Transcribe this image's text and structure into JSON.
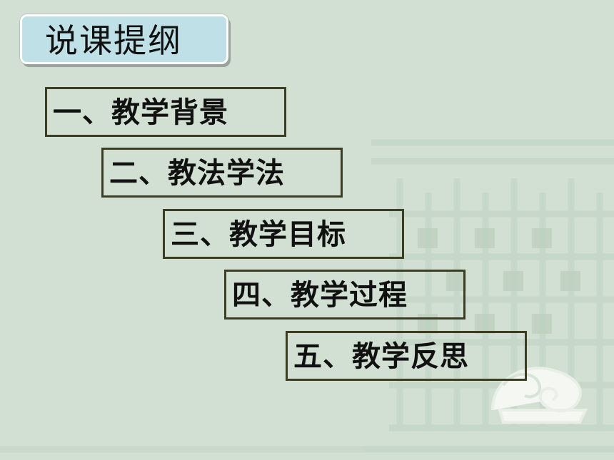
{
  "slide": {
    "title": "说课提纲",
    "items": [
      {
        "label": "一、教学背景"
      },
      {
        "label": "二、教法学法"
      },
      {
        "label": "三、教学目标"
      },
      {
        "label": "四、教学过程"
      },
      {
        "label": "五、教学反思"
      }
    ]
  },
  "colors": {
    "background": "#d2e0d3",
    "title_fill": "#bfe0e6",
    "item_border": "#3d3d22",
    "text": "#111111"
  },
  "icons": [
    "decorative-fret-pattern",
    "dragon-ornament-icon"
  ]
}
